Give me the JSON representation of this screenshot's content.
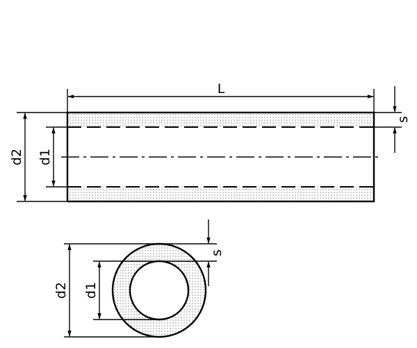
{
  "side_view": {
    "length_label": "L",
    "outer_diameter_label": "d2",
    "inner_diameter_label": "d1",
    "wall_thickness_label": "s"
  },
  "end_view": {
    "outer_diameter_label": "d2",
    "inner_diameter_label": "d1",
    "wall_thickness_label": "s"
  }
}
